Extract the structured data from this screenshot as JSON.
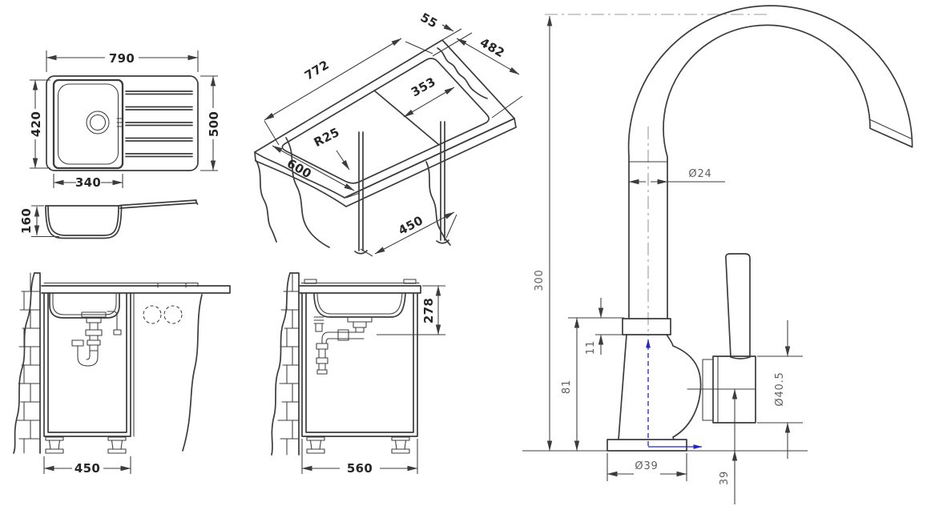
{
  "drawing": {
    "subject": "kitchen sink and mixer tap installation dimensions",
    "units": "mm",
    "colors": {
      "line": "#3c3c3c",
      "dimension_text": "#262626",
      "faucet_dimension_text": "#5f5f5f",
      "flow_arrow_blue": "#2424c8",
      "centerline_gray": "#9b9b9b",
      "background": "#ffffff"
    },
    "views": {
      "sink_top_view": {
        "overall_width": "790",
        "overall_depth": "500",
        "bowl_depth": "420",
        "bowl_width": "340"
      },
      "sink_profile_view": {
        "bowl_height": "160"
      },
      "worktop_cutout_iso_view": {
        "cutout_length": "772",
        "cutout_width": "482",
        "edge_offset": "55",
        "bowl_section_length": "353",
        "corner_radius": "R25",
        "worktop_depth": "600",
        "cabinet_width": "450"
      },
      "cabinet_front_section_view": {
        "cabinet_width": "450"
      },
      "cabinet_side_section_view": {
        "drain_outlet_height": "278",
        "cabinet_depth": "560"
      },
      "faucet_view": {
        "spout_height": "300",
        "spout_tube_diameter": "Ø24",
        "collar_height": "11",
        "body_height": "81",
        "valve_body_diameter": "Ø40.5",
        "base_diameter": "Ø39",
        "valve_axis_height": "39"
      }
    }
  }
}
